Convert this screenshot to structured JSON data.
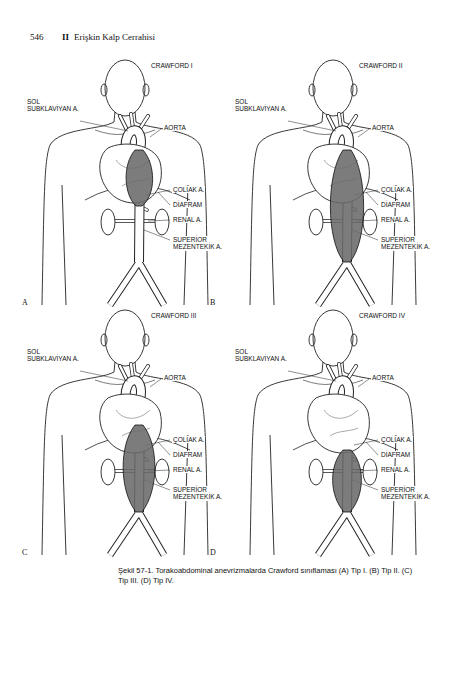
{
  "diagram": {
    "caption": "Şekil 57-1. Torakoabdominal anevrizmalarda Crawford sınıflaması (A) Tip I. (B) Tip II. (C) Tip III. (D) Tip IV.",
    "labels": [
      "546",
      "II",
      "Erişkin Kalp Cerrahisi",
      "CRAWFORD I",
      "SOL SUBKLAVİYAN A.",
      "AORTA",
      "ÇOLİAK A.",
      "DİAFRAM",
      "RENAL A.",
      "SUPERİOR MEZENTEKİK A.",
      "A",
      "CRAWFORD II",
      "SOL SUBKLAVİYAN A.",
      "AORTA",
      "ÇOLİAK A.",
      "DİAFRAM",
      "RENAL A.",
      "SUPERİOR MEZENTEKİK A.",
      "B",
      "CRAWFORD III",
      "SOL SUBKLAVİYAN A.",
      "AORTA",
      "ÇOLİAK A.",
      "DİAFRAM",
      "RENAL A.",
      "SUPERİOR MEZENTEKİK A.",
      "C",
      "CRAWFORD IV",
      "SOL SUBKLAVİYAN A.",
      "AORTA",
      "ÇOLİAK A.",
      "DİAFRAM",
      "RENAL A.",
      "SUPERİOR MEZENTEKİK A.",
      "D"
    ]
  }
}
